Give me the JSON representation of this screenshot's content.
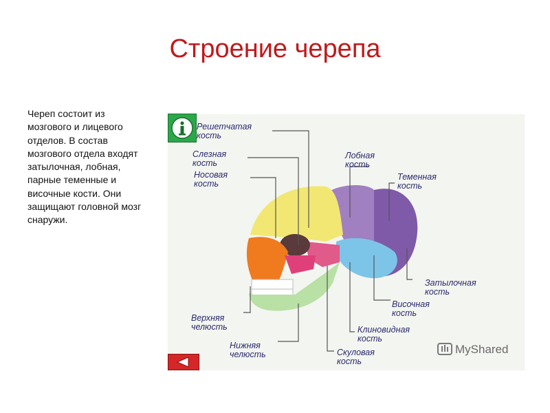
{
  "slide": {
    "title": "Строение черепа",
    "body": "Череп состоит из\nмозгового и лицевого\nотделов. В состав\nмозгового отдела входят\nзатылочная, лобная,\nпарные теменные и\nвисочные кости. Они\nзащищают головной мозг\nснаружи."
  },
  "figure": {
    "labels": {
      "ethmoid": "Решетчатая\nкость",
      "lacrimal": "Слезная\nкость",
      "nasal": "Носовая\nкость",
      "frontal": "Лобная\nкость",
      "parietal": "Теменная\nкость",
      "occipital": "Затылочная\nкость",
      "temporal": "Височная\nкость",
      "sphenoid": "Клиновидная\nкость",
      "zygomatic": "Скуловая\nкость",
      "maxilla": "Верхняя\nчелюсть",
      "mandible": "Нижняя\nчелюсть"
    },
    "watermark": "MyShared",
    "colors": {
      "frontal": "#f2e772",
      "parietal": "#a080c0",
      "occipital": "#7f5aa8",
      "temporal": "#7cc5e8",
      "sphenoid": "#e05a8a",
      "zygomatic": "#e0407a",
      "maxilla": "#f07a1e",
      "mandible": "#b9e0a5",
      "teeth": "#ffffff"
    }
  },
  "controls": {
    "info_icon": "info-icon",
    "back_icon": "back-arrow-icon"
  }
}
